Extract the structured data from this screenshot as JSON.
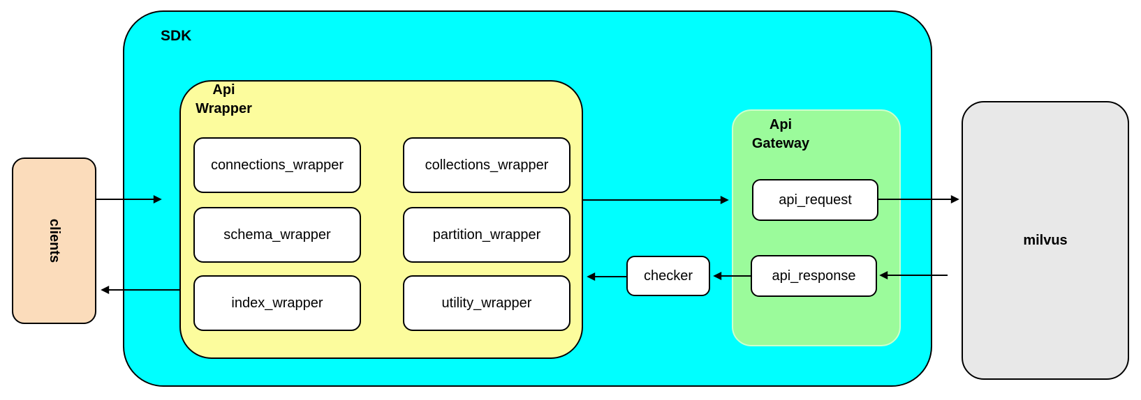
{
  "colors": {
    "clients_fill": "#FBDCBB",
    "sdk_fill": "#00FFFF",
    "api_wrapper_fill": "#FCFC9D",
    "api_gateway_fill": "#9BFB9B",
    "milvus_fill": "#E8E8E8",
    "inner_node_fill": "#FFFFFF",
    "stroke": "#000000"
  },
  "nodes": {
    "clients": "clients",
    "sdk": "SDK",
    "api_wrapper": {
      "line1": "Api",
      "line2": "Wrapper"
    },
    "wrapper_items": [
      "connections_wrapper",
      "collections_wrapper",
      "schema_wrapper",
      "partition_wrapper",
      "index_wrapper",
      "utility_wrapper"
    ],
    "api_gateway": {
      "line1": "Api",
      "line2": "Gateway"
    },
    "api_request": "api_request",
    "api_response": "api_response",
    "checker": "checker",
    "milvus": "milvus"
  }
}
